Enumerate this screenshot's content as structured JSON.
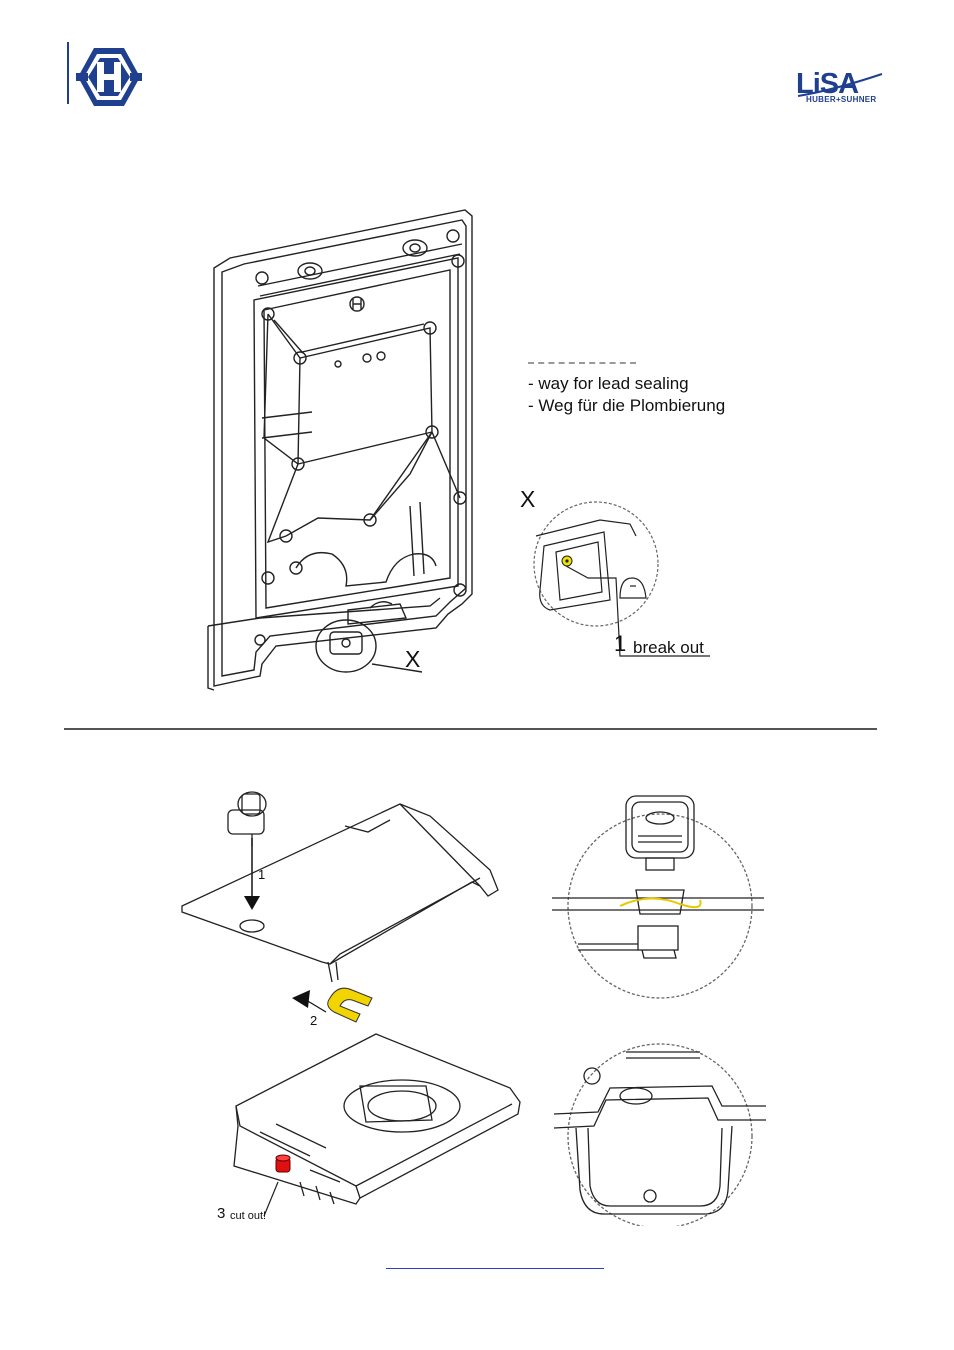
{
  "header": {
    "logo_left_icon": "huber-suhner-h-logo-icon",
    "logo_right_text": "LiSA",
    "logo_right_subtitle": "HUBER+SUHNER",
    "accent_color": "#1f3f8f"
  },
  "figure_top": {
    "note_line1": "- way for lead sealing",
    "note_line2": "- Weg für die Plombierung",
    "detail_label": "X",
    "detail_label_main": "X",
    "callout_number": "1",
    "callout_text": "break out",
    "highlight_color": "#f2e200"
  },
  "figure_bottom": {
    "step1": "1",
    "step2": "2",
    "step3_number": "3",
    "step3_text": "cut out!",
    "clip_color": "#f2d400",
    "lock_color": "#e01010"
  },
  "footer": {
    "link_text": ""
  }
}
